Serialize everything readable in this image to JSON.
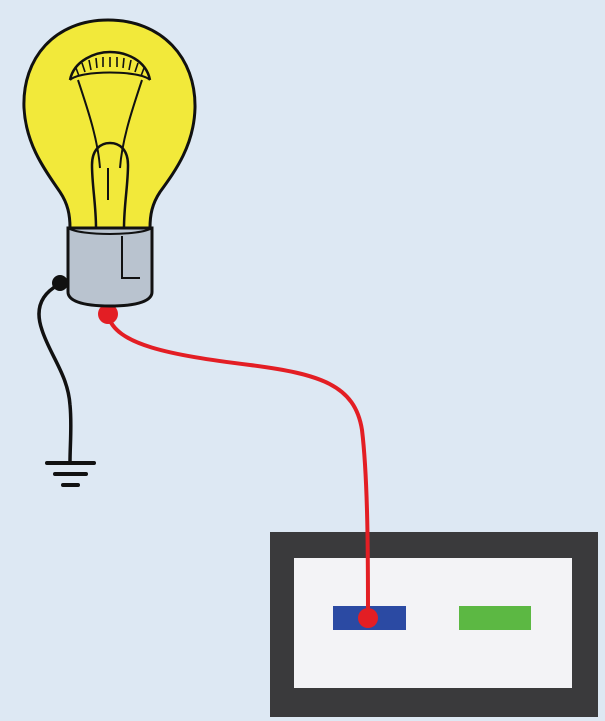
{
  "diagram": {
    "components": [
      {
        "name": "light-bulb",
        "icon": "light-bulb-icon"
      },
      {
        "name": "ground-symbol",
        "icon": "ground-icon"
      },
      {
        "name": "power-source-box",
        "icon": "socket-box-icon"
      }
    ],
    "colors": {
      "background": "#dde8f3",
      "bulb_glass": "#f2e93a",
      "bulb_base": "#b9c3cf",
      "red_wire": "#e31e24",
      "black_wire": "#111111",
      "box_frame": "#3a3a3c",
      "box_inner": "#f3f3f6",
      "blue_terminal": "#2b4aa3",
      "green_terminal": "#5cb843"
    }
  }
}
